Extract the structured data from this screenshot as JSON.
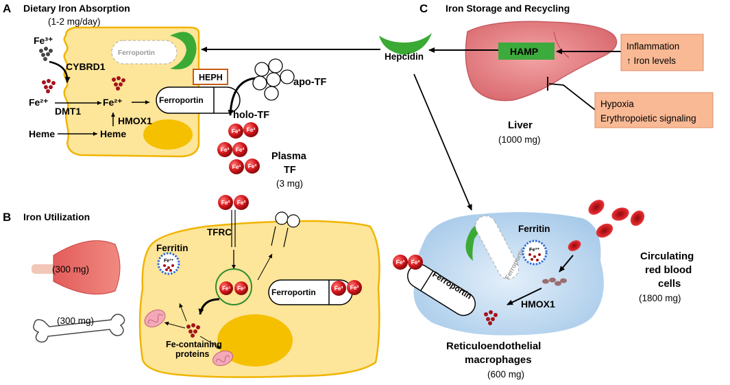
{
  "panels": {
    "a": {
      "letter": "A",
      "title": "Dietary Iron Absorption",
      "subtitle": "(1-2 mg/day)"
    },
    "b": {
      "letter": "B",
      "title": "Iron Utilization"
    },
    "c": {
      "letter": "C",
      "title": "Iron Storage and Recycling"
    }
  },
  "labels": {
    "fe3": "Fe³⁺",
    "fe2": "Fe²⁺",
    "fe2_inner": "Fe²⁺",
    "cybrd1": "CYBRD1",
    "dmt1": "DMT1",
    "hmox1": "HMOX1",
    "heme_outer": "Heme",
    "heme_inner": "Heme",
    "ferroportin": "Ferroportin",
    "heph": "HEPH",
    "apo_tf": "apo-TF",
    "holo_tf": "holo-TF",
    "plasma_line1": "Plasma",
    "plasma_line2": "TF",
    "plasma_amount": "(3 mg)",
    "fe_ball": "Fe³",
    "fe3_plus": "Fe³⁺",
    "tfrc": "TFRC",
    "ferritin": "Ferritin",
    "fe_containing_1": "Fe-containing",
    "fe_containing_2": "proteins",
    "muscle_amount": "(300 mg)",
    "bone_amount": "(300 mg)",
    "hepcidin": "Hepcidin",
    "hamp": "HAMP",
    "liver": "Liver",
    "liver_amount": "(1000 mg)",
    "inflammation_1": "Inflammation",
    "inflammation_2": "↑ Iron levels",
    "hypoxia_1": "Hypoxia",
    "hypoxia_2": "Erythropoietic signaling",
    "circulating_1": "Circulating",
    "circulating_2": "red blood",
    "circulating_3": "cells",
    "circulating_amount": "(1800 mg)",
    "macro_1": "Reticuloendothelial",
    "macro_2": "macrophages",
    "macro_amount": "(600 mg)"
  },
  "colors": {
    "cell_fill": "#fde59a",
    "cell_stroke": "#f0b400",
    "nucleus": "#f5c000",
    "hepcidin_green": "#3aaa35",
    "hamp_green": "#3caa3c",
    "box_fill": "#f9b995",
    "iron_red": "#d6181c",
    "liver": "#e8868a",
    "macrophage": "#b6d4ee",
    "heph_border": "#c55a11"
  }
}
